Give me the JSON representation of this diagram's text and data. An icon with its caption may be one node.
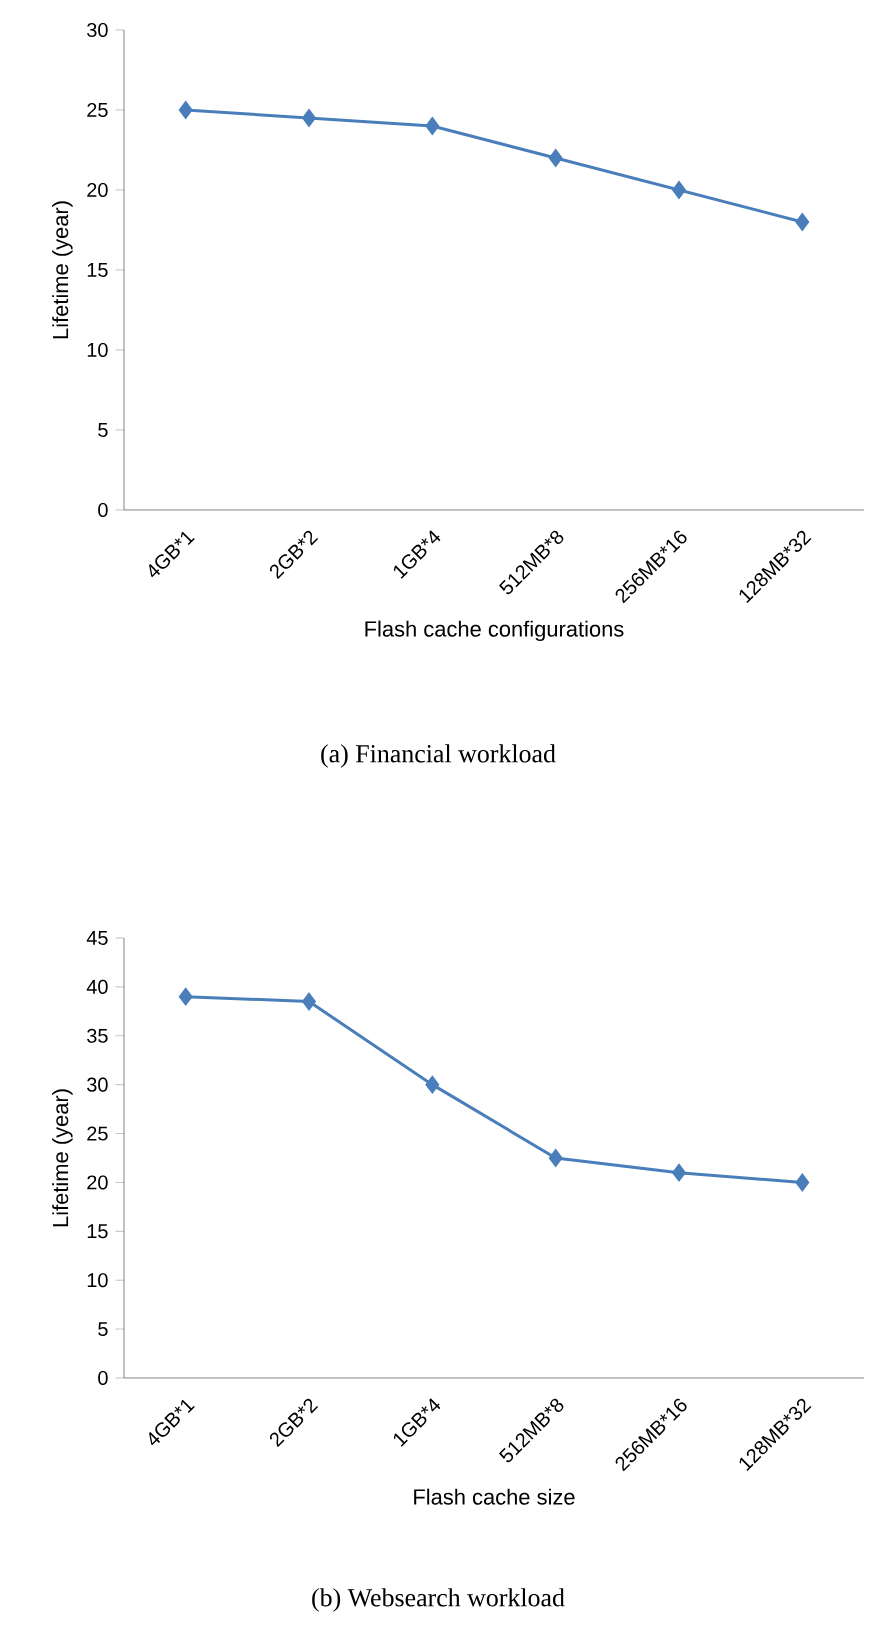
{
  "diagram": {
    "labels": [
      "(a) Financial workload",
      "(b) Websearch workload"
    ],
    "chart_data": [
      {
        "type": "line",
        "xlabel": "Flash cache configurations",
        "ylabel": "Lifetime (year)",
        "categories": [
          "4GB*1",
          "2GB*2",
          "1GB*4",
          "512MB*8",
          "256MB*16",
          "128MB*32"
        ],
        "series": [
          {
            "color": "#4a7ebb",
            "marker": "diamond",
            "values": [
              25,
              24.5,
              24,
              22,
              20,
              18
            ]
          }
        ],
        "ylim": [
          0,
          30
        ],
        "yticks": [
          0,
          5,
          10,
          15,
          20,
          25,
          30
        ]
      },
      {
        "type": "line",
        "xlabel": "Flash cache size",
        "ylabel": "Lifetime (year)",
        "categories": [
          "4GB*1",
          "2GB*2",
          "1GB*4",
          "512MB*8",
          "256MB*16",
          "128MB*32"
        ],
        "series": [
          {
            "color": "#4a7ebb",
            "marker": "diamond",
            "values": [
              39,
              38.5,
              30,
              22.5,
              21,
              20
            ]
          }
        ],
        "ylim": [
          0,
          45
        ],
        "yticks": [
          0,
          5,
          10,
          15,
          20,
          25,
          30,
          35,
          40,
          45
        ]
      }
    ]
  }
}
